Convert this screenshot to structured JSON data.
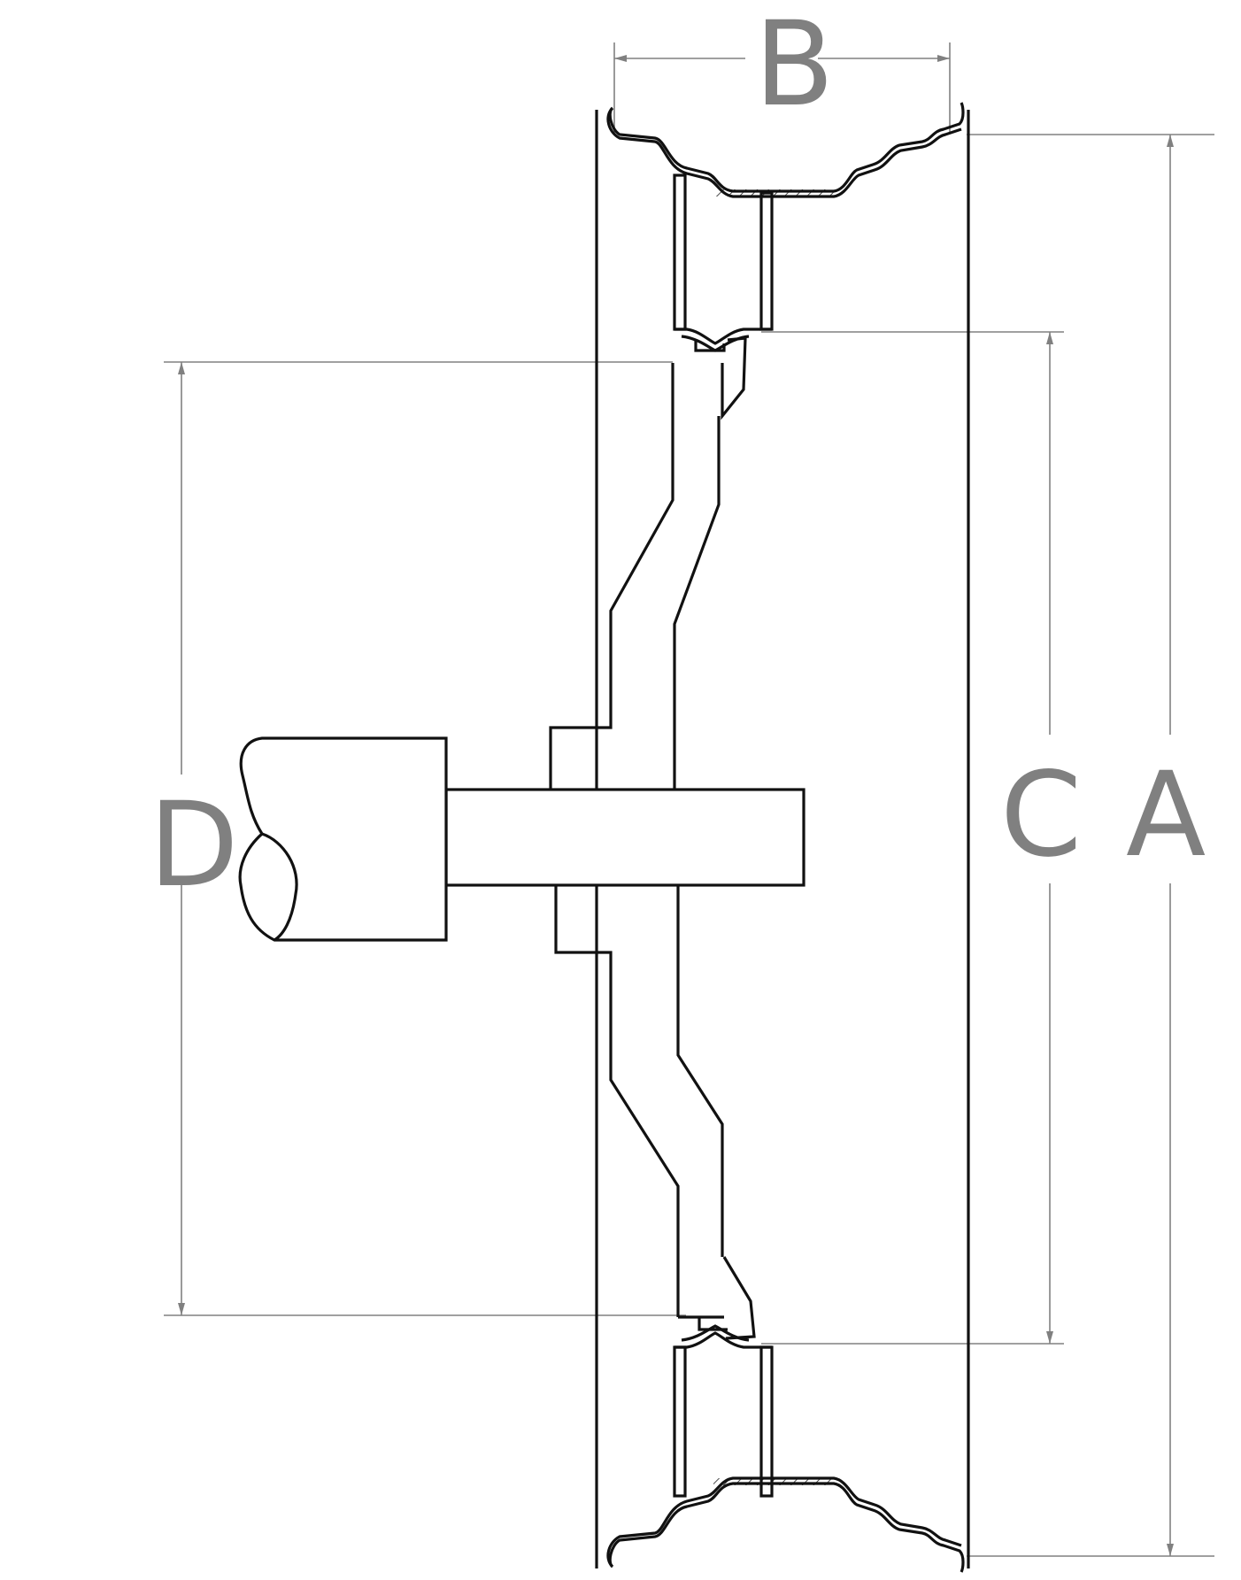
{
  "labels": {
    "a": "A",
    "b": "B",
    "c": "C",
    "d": "D"
  },
  "colors": {
    "dimension": "#808080",
    "outline": "#111111",
    "background": "#ffffff"
  }
}
